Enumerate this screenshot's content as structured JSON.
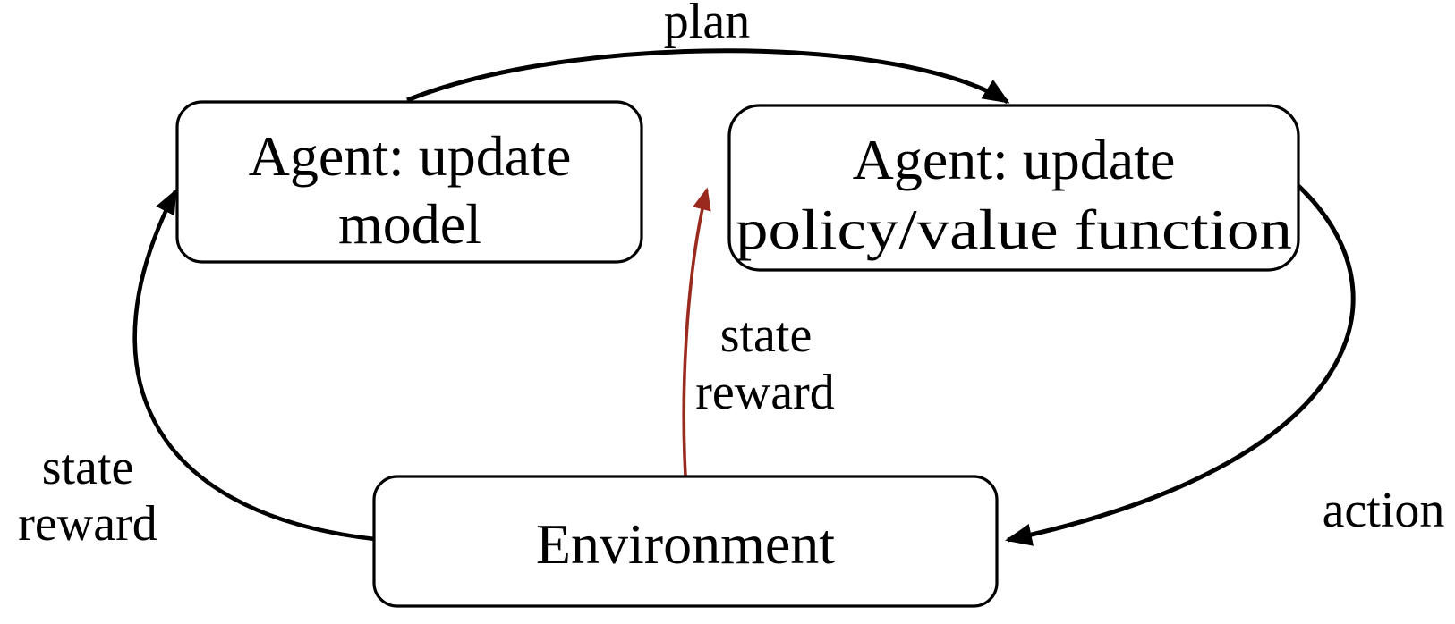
{
  "canvas": {
    "background": "#ffffff"
  },
  "nodes": {
    "update_model": {
      "line1": "Agent: update",
      "line2": "model"
    },
    "update_policy": {
      "line1": "Agent: update",
      "line2": "policy/value function"
    },
    "environment": {
      "label": "Environment"
    }
  },
  "edges": {
    "plan": {
      "label": "plan",
      "color": "#000000"
    },
    "action": {
      "label": "action",
      "color": "#000000"
    },
    "state_reward_to_model": {
      "line1": "state",
      "line2": "reward",
      "color": "#000000"
    },
    "state_reward_to_policy": {
      "line1": "state",
      "line2": "reward",
      "color": "#9b2a1e"
    }
  }
}
